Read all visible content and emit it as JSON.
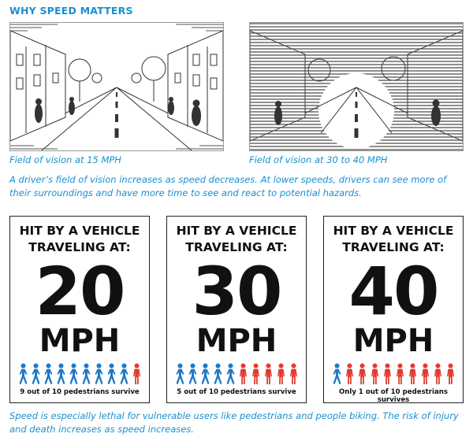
{
  "heading": "WHY SPEED MATTERS",
  "illustrations": [
    {
      "caption": "Field of vision at 15 MPH"
    },
    {
      "caption": "Field of vision at 30 to 40 MPH"
    }
  ],
  "paragraph1": "A driver’s field of vision increases as speed decreases. At lower speeds, drivers can see more of their surroundings and have more time to see and react to potential hazards.",
  "cards": [
    {
      "title": "HIT BY A VEHICLE TRAVELING AT:",
      "speed": "20",
      "unit": "MPH",
      "survive": 9,
      "total": 10,
      "note": "9 out of 10 pedestrians survive"
    },
    {
      "title": "HIT BY A VEHICLE TRAVELING AT:",
      "speed": "30",
      "unit": "MPH",
      "survive": 5,
      "total": 10,
      "note": "5 out of 10 pedestrians survive"
    },
    {
      "title": "HIT BY A VEHICLE TRAVELING AT:",
      "speed": "40",
      "unit": "MPH",
      "survive": 1,
      "total": 10,
      "note": "Only 1 out of 10 pedestrians survives"
    }
  ],
  "paragraph2": "Speed is especially lethal for vulnerable users like pedestrians and people biking. The risk of injury and death increases as speed increases.",
  "colors": {
    "accent": "#1a8fd0",
    "survive": "#1e78c8",
    "fatal": "#e23a2e",
    "text": "#111111"
  }
}
